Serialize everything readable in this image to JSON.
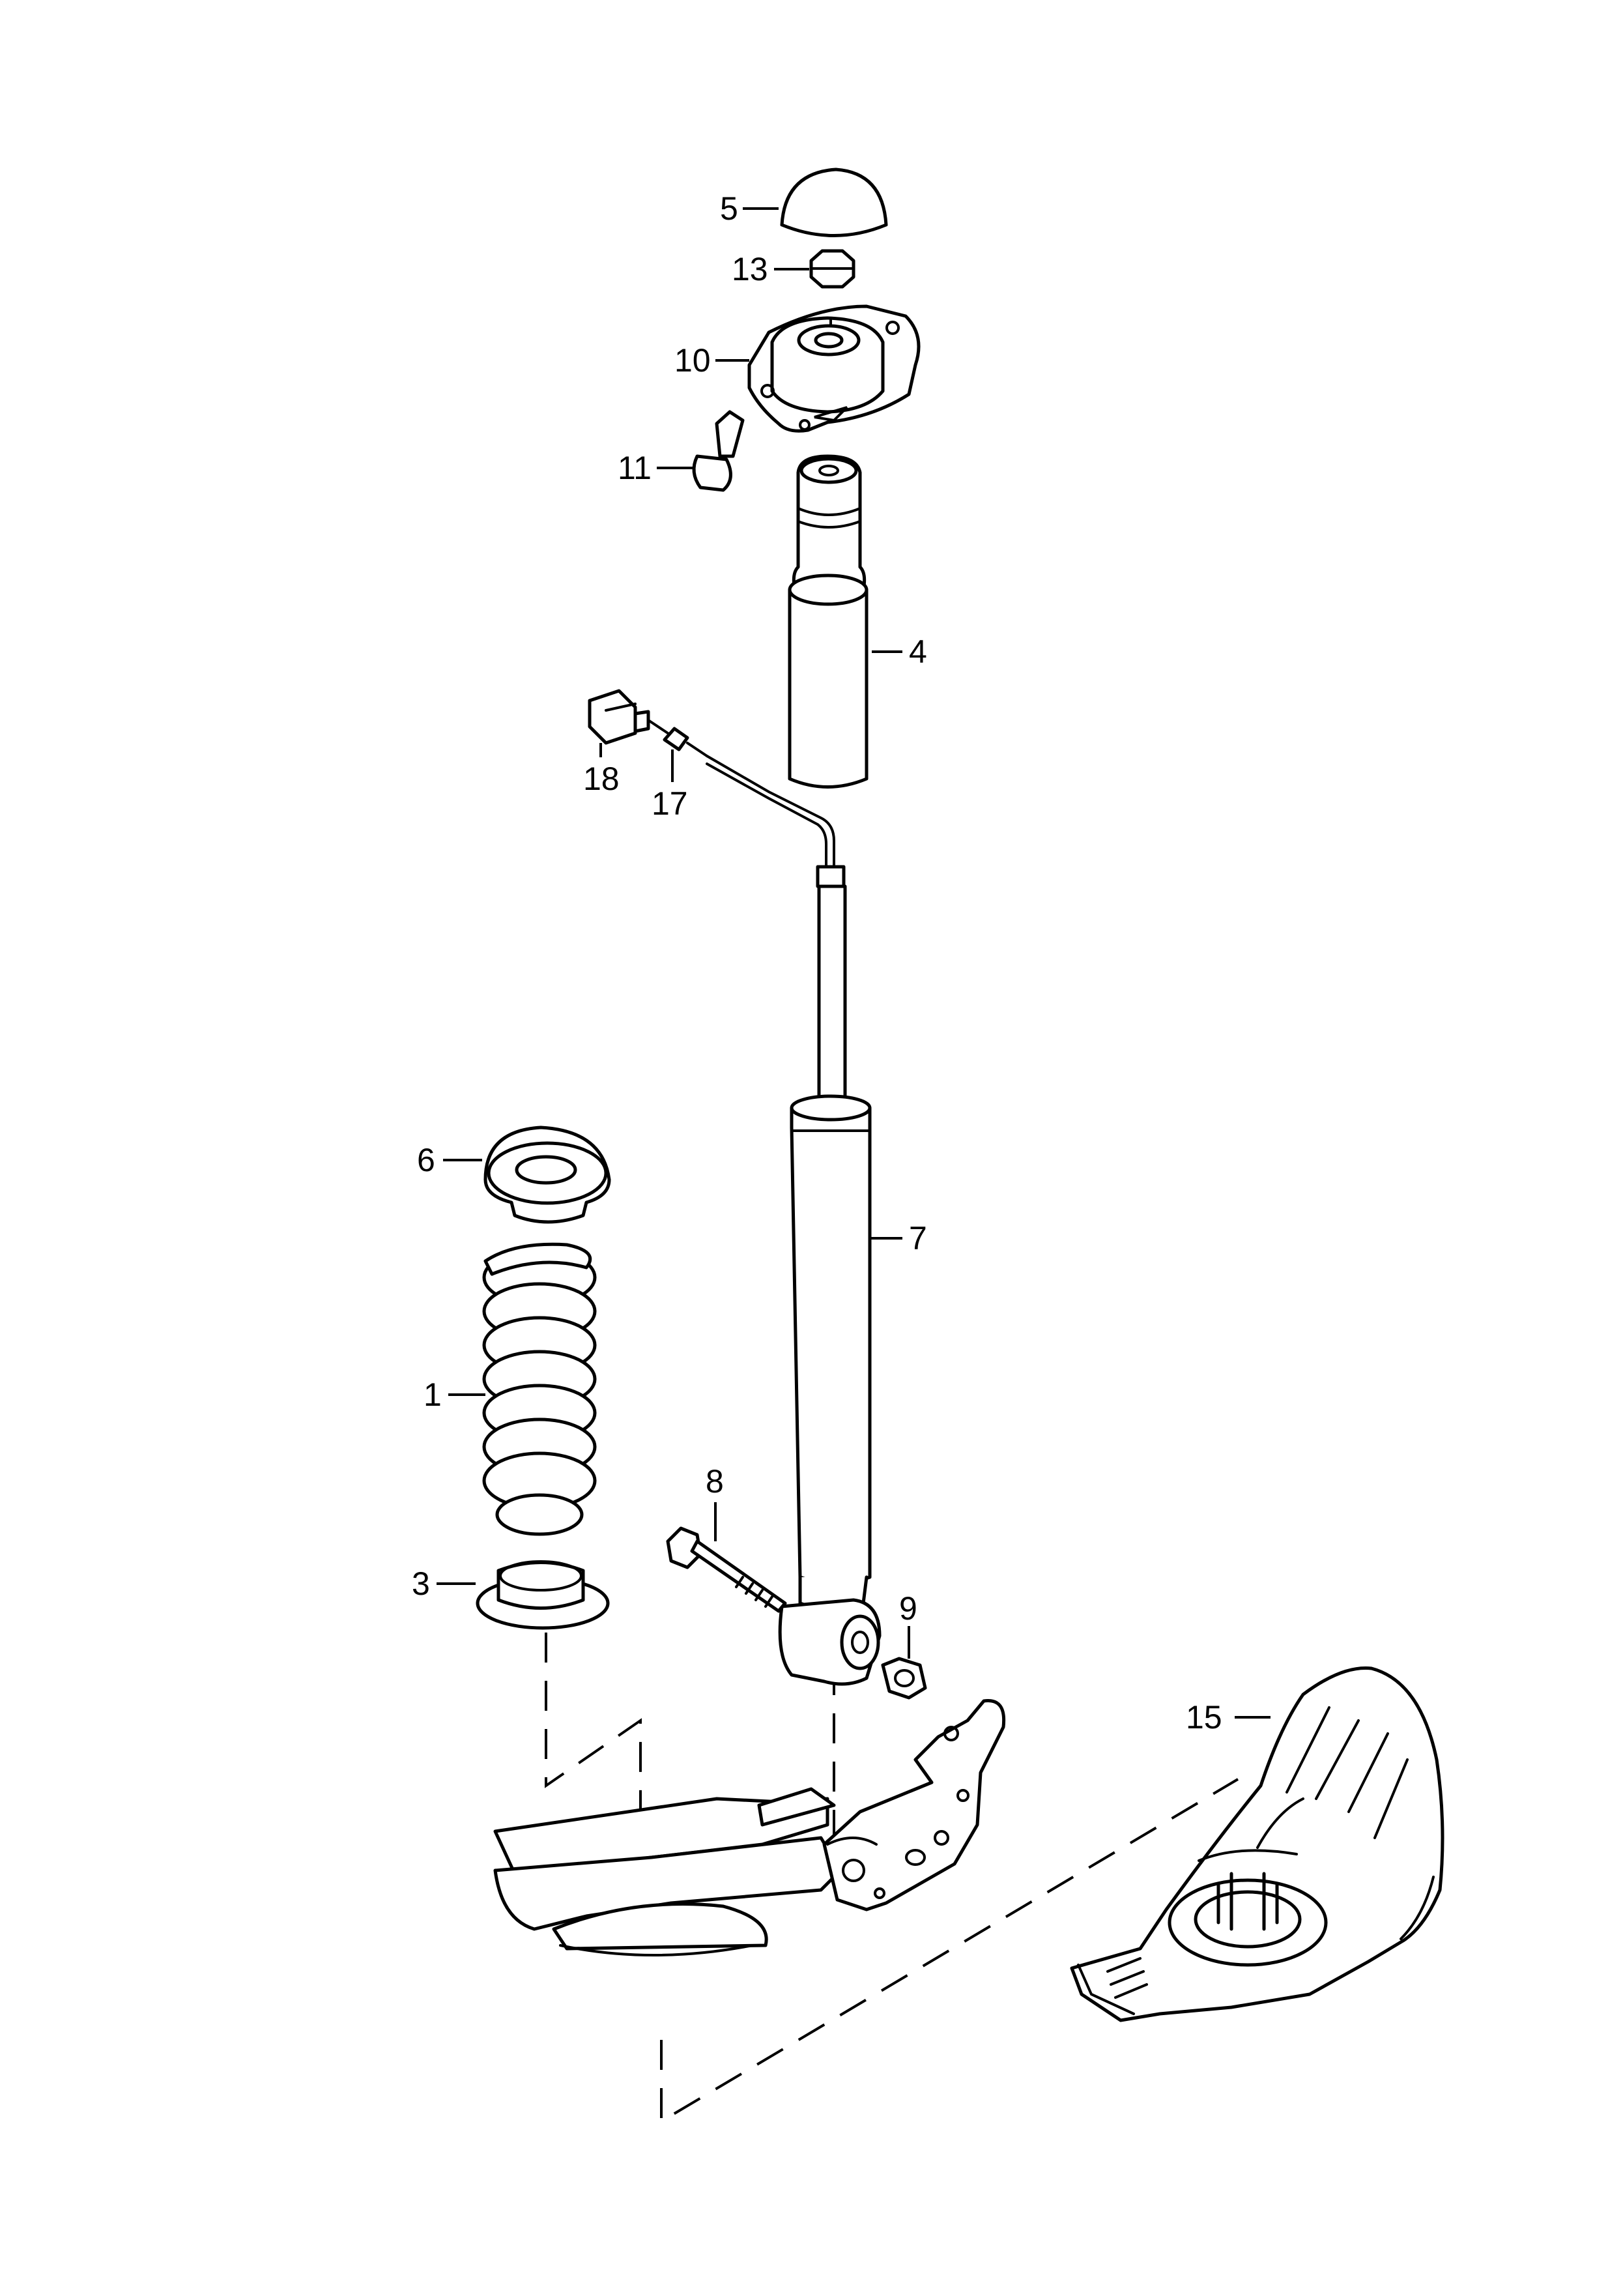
{
  "callouts": {
    "p1": "1",
    "p3": "3",
    "p4": "4",
    "p5": "5",
    "p6": "6",
    "p7": "7",
    "p8": "8",
    "p9": "9",
    "p10": "10",
    "p11": "11",
    "p13": "13",
    "p15": "15",
    "p17": "17",
    "p18": "18"
  },
  "colors": {
    "line": "#000000",
    "background": "#ffffff"
  }
}
